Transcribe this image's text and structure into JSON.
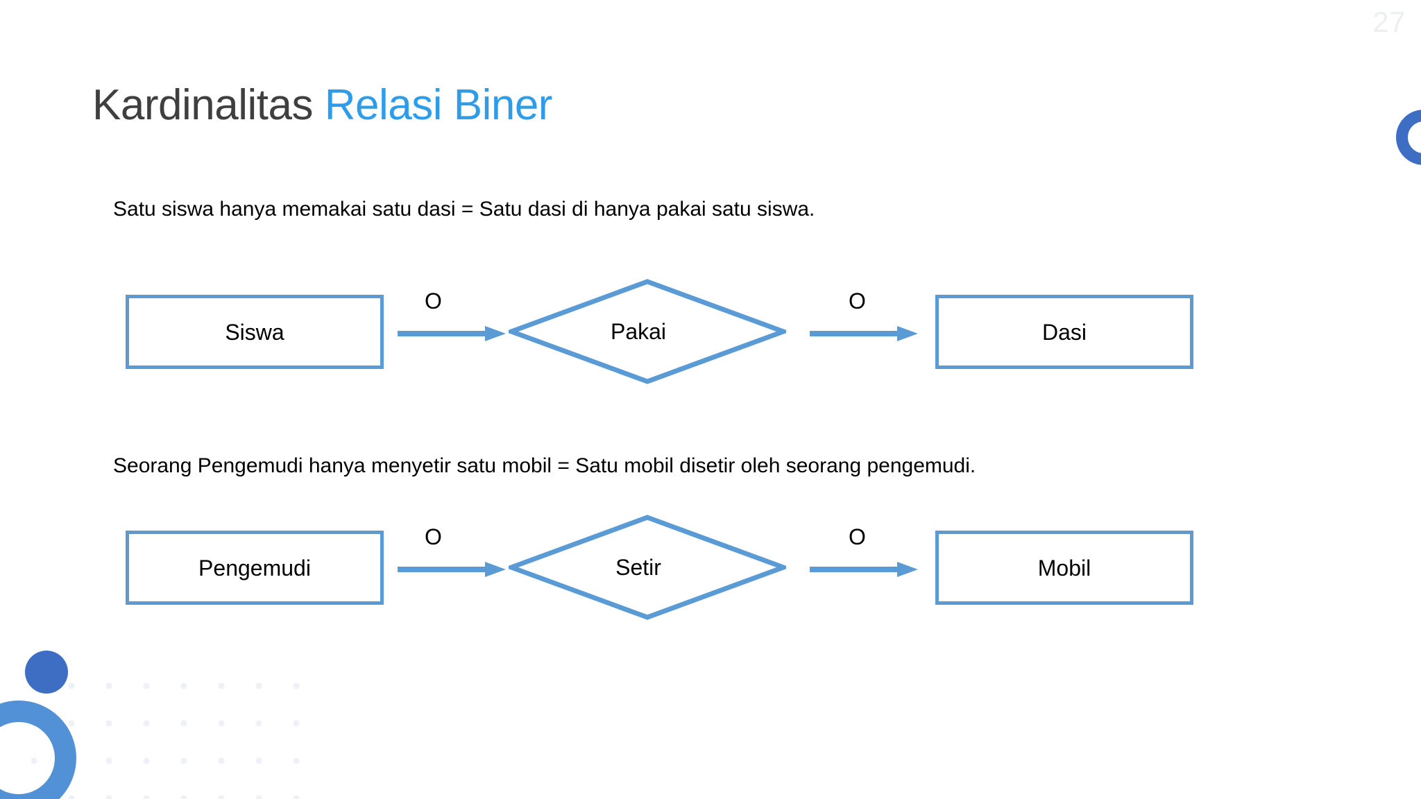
{
  "slide": {
    "page_number": "27",
    "title": {
      "main": "Kardinalitas",
      "accent": "Relasi Biner"
    },
    "accent_color": "#2e9ce8",
    "shape_color": "#5b9bd5",
    "deco_dark_blue": "#3d6ec4",
    "text_color": "#000000"
  },
  "sections": [
    {
      "statement": "Satu siswa hanya memakai satu dasi = Satu dasi di hanya pakai satu siswa.",
      "diagram": {
        "left_entity": "Siswa",
        "relationship": "Pakai",
        "right_entity": "Dasi",
        "left_cardinality": "O",
        "right_cardinality": "O"
      }
    },
    {
      "statement": "Seorang Pengemudi hanya menyetir satu mobil = Satu mobil disetir oleh seorang pengemudi.",
      "diagram": {
        "left_entity": "Pengemudi",
        "relationship": "Setir",
        "right_entity": "Mobil",
        "left_cardinality": "O",
        "right_cardinality": "O"
      }
    }
  ]
}
